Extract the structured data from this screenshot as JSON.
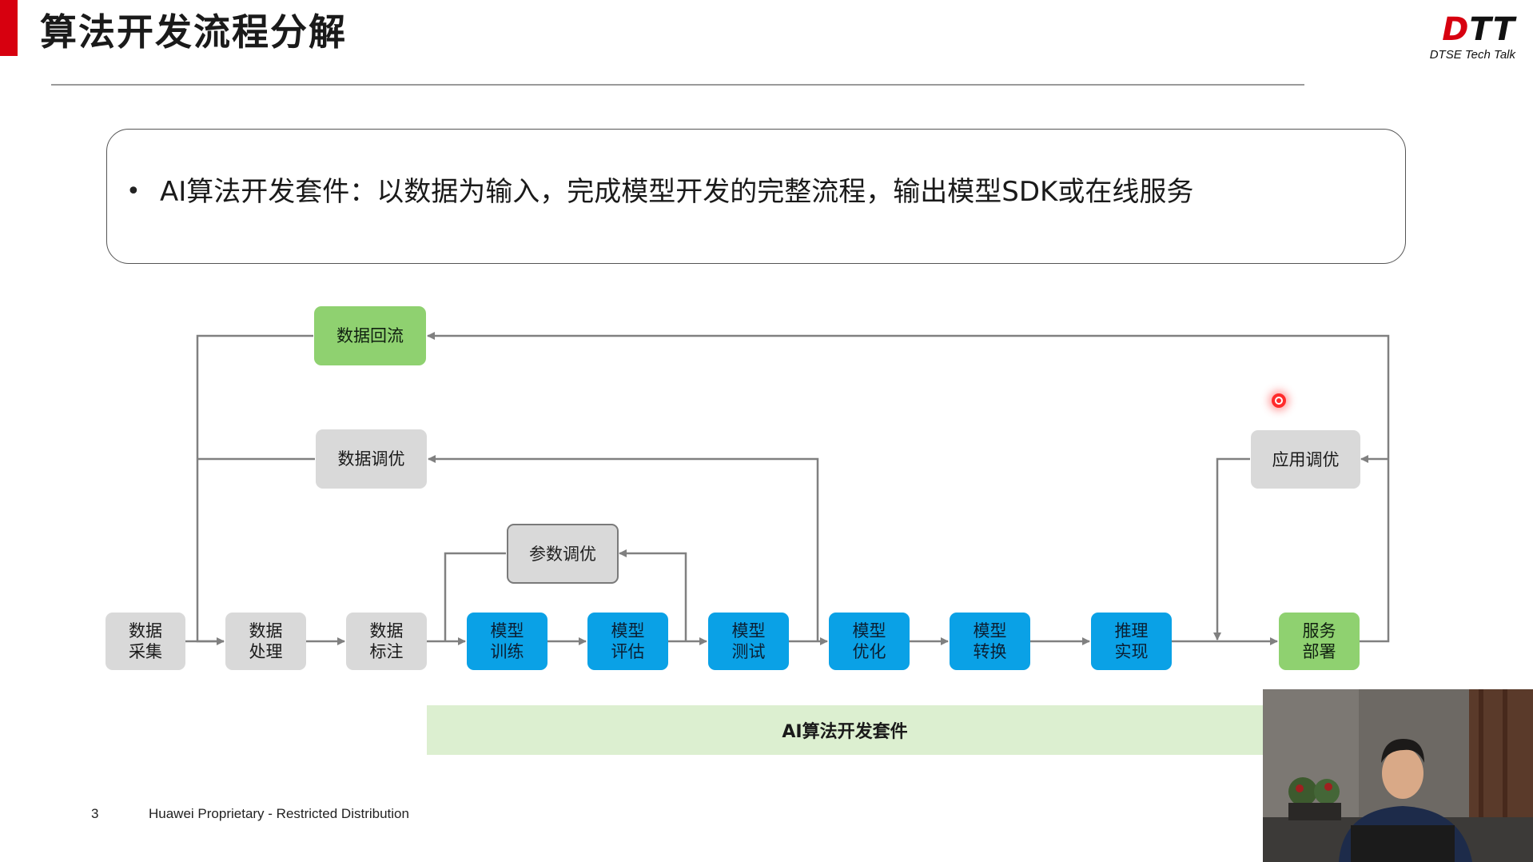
{
  "slide": {
    "title": "算法开发流程分解",
    "page_number": "3",
    "footer": "Huawei Proprietary - Restricted Distribution"
  },
  "logo": {
    "mark": "DTT",
    "subtitle": "DTSE  Tech Talk"
  },
  "intro": {
    "bullet": "•",
    "text": "AI算法开发套件：以数据为输入，完成模型开发的完整流程，输出模型SDK或在线服务"
  },
  "nodes": {
    "data_collect": "数据\n采集",
    "data_process": "数据\n处理",
    "data_label": "数据\n标注",
    "model_train": "模型\n训练",
    "model_eval": "模型\n评估",
    "model_test": "模型\n测试",
    "model_optimize": "模型\n优化",
    "model_convert": "模型\n转换",
    "inference": "推理\n实现",
    "service_deploy": "服务\n部署",
    "data_reflow": "数据回流",
    "data_tune": "数据调优",
    "param_tune": "参数调优",
    "app_tune": "应用调优"
  },
  "suite_label": "AI算法开发套件",
  "colors": {
    "accent_red": "#d7000f",
    "step_gray": "#d9d9d9",
    "step_blue": "#0aa1e6",
    "step_green": "#8fd170",
    "suite_band": "#dcefd0",
    "connector": "#808080"
  }
}
